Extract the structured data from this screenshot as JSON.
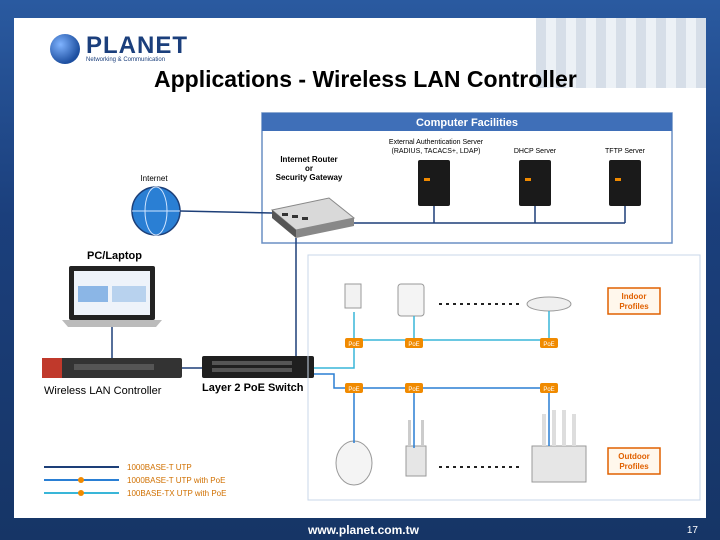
{
  "slide": {
    "title": "Applications - Wireless LAN Controller",
    "footer_url": "www.planet.com.tw",
    "page_number": "17"
  },
  "logo": {
    "name": "PLANET",
    "tagline": "Networking & Communication"
  },
  "diagram": {
    "facilities_header": "Computer Facilities",
    "auth_server_line1": "External Authentication Server",
    "auth_server_line2": "(RADIUS, TACACS+, LDAP)",
    "dhcp_server": "DHCP Server",
    "tftp_server": "TFTP Server",
    "router_line1": "Internet Router",
    "router_line2": "or",
    "router_line3": "Security Gateway",
    "internet": "Internet",
    "pc_laptop": "PC/Laptop",
    "wlc": "Wireless LAN Controller",
    "switch": "Layer 2 PoE Switch",
    "poe_tag": "PoE",
    "indoor_line1": "Indoor",
    "indoor_line2": "Profiles",
    "outdoor_line1": "Outdoor",
    "outdoor_line2": "Profiles",
    "legend": [
      {
        "label": "1000BASE-T UTP",
        "color": "#1d3f78"
      },
      {
        "label": "1000BASE-T UTP with PoE",
        "color": "#2a7fd4"
      },
      {
        "label": "100BASE-TX UTP with PoE",
        "color": "#39b6d8"
      }
    ]
  },
  "colors": {
    "line_dark": "#1d3f78",
    "line_mid": "#2a7fd4",
    "line_light": "#39b6d8",
    "poe": "#f08a00",
    "profile_border": "#e06000"
  }
}
